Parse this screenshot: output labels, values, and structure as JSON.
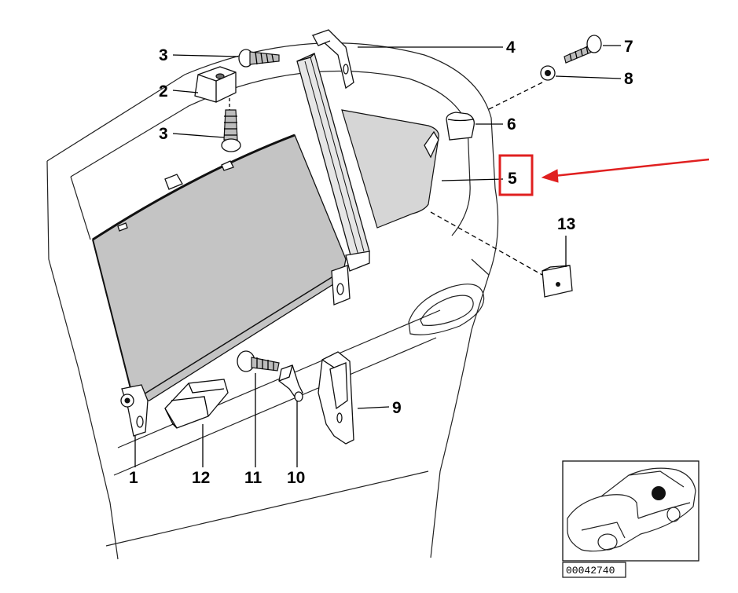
{
  "callouts": {
    "c1": "1",
    "c2": "2",
    "c3a": "3",
    "c3b": "3",
    "c4": "4",
    "c5": "5",
    "c6": "6",
    "c7": "7",
    "c8": "8",
    "c9": "9",
    "c10": "10",
    "c11": "11",
    "c12": "12",
    "c13": "13"
  },
  "reference_code": "00042740",
  "highlight": {
    "target": "5",
    "box_color": "#e02020",
    "arrow_color": "#e02020"
  },
  "icons": {
    "locator": "car-locator-icon"
  }
}
